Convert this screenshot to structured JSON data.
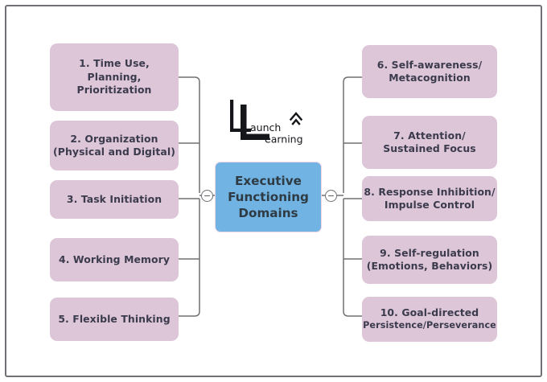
{
  "diagram": {
    "title": "Executive Functioning Domains",
    "type": "mind-map",
    "center": {
      "lines": [
        "Executive",
        "Functioning",
        "Domains"
      ],
      "color": "#71b4e3"
    },
    "node_color": "#dcc6d8",
    "text_color": "#3b3b4d",
    "frame_color": "#6f7174",
    "connector_color": "#6f7174",
    "left_branch": [
      {
        "id": "1",
        "lines": [
          "1. Time Use,",
          "Planning,",
          "Prioritization"
        ]
      },
      {
        "id": "2",
        "lines": [
          "2. Organization",
          "(Physical and Digital)"
        ]
      },
      {
        "id": "3",
        "lines": [
          "3. Task Initiation"
        ]
      },
      {
        "id": "4",
        "lines": [
          "4. Working Memory"
        ]
      },
      {
        "id": "5",
        "lines": [
          "5. Flexible Thinking"
        ]
      }
    ],
    "right_branch": [
      {
        "id": "6",
        "lines": [
          "6. Self-awareness/",
          "Metacognition"
        ]
      },
      {
        "id": "7",
        "lines": [
          "7. Attention/",
          "Sustained Focus"
        ]
      },
      {
        "id": "8",
        "lines": [
          "8. Response Inhibition/",
          "Impulse Control"
        ]
      },
      {
        "id": "9",
        "lines": [
          "9. Self-regulation",
          "(Emotions, Behaviors)"
        ]
      },
      {
        "id": "10",
        "lines": [
          "10. Goal-directed",
          "Persistence/Perseverance"
        ]
      }
    ],
    "toggles": {
      "left_label": "−",
      "right_label": "−"
    }
  },
  "logo": {
    "name": "Launch Learning",
    "line1": "aunch",
    "line2": "earning"
  }
}
